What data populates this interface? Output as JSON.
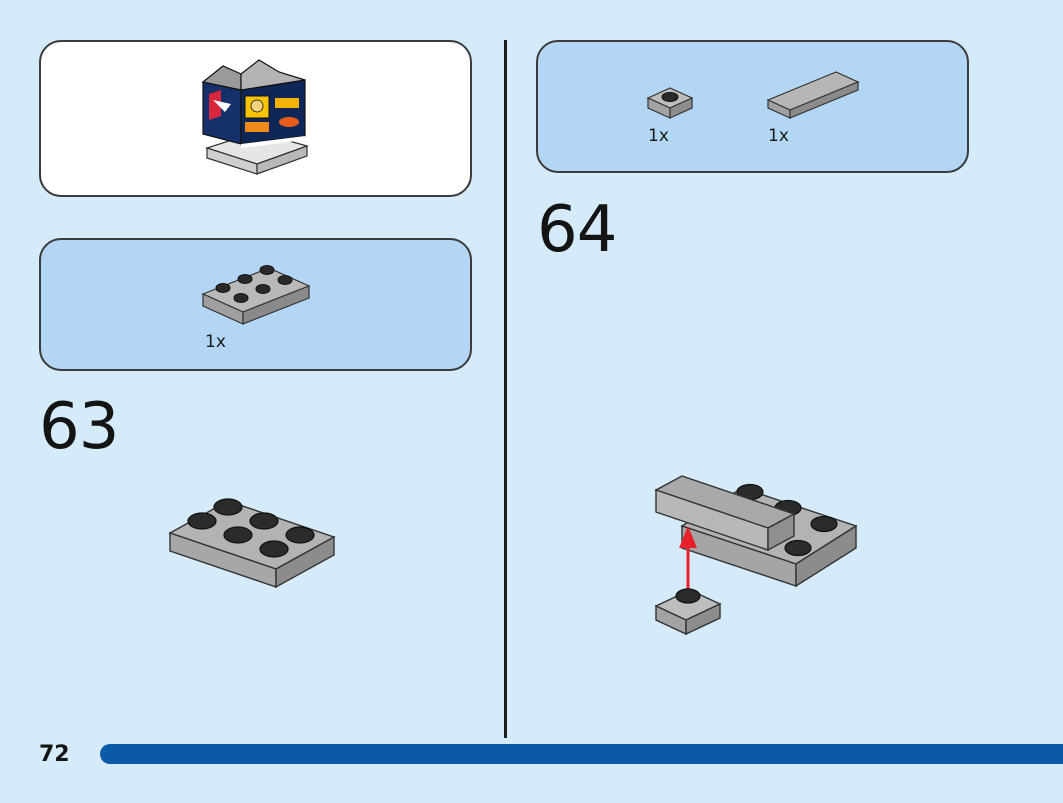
{
  "page": {
    "number": "72"
  },
  "completed_model": {
    "icon": "arcade-cabinet-model"
  },
  "step63": {
    "number": "63",
    "parts": [
      {
        "qty": "1x",
        "icon": "2x3-plate-icon",
        "color": "#a8a8a8"
      }
    ],
    "build": {
      "icon": "2x3-plate-assembly"
    }
  },
  "step64": {
    "number": "64",
    "parts": [
      {
        "qty": "1x",
        "icon": "1x1-plate-icon",
        "color": "#a8a8a8"
      },
      {
        "qty": "1x",
        "icon": "1x4-tile-icon",
        "color": "#a8a8a8"
      }
    ],
    "build": {
      "icon": "tile-and-plate-assembly",
      "arrow_color": "#e8202a"
    }
  },
  "colors": {
    "background": "#d5ebfa",
    "parts_box": "#b2d6f3",
    "page_bar": "#0b5aa8",
    "brick": "#a8a8a8",
    "stud_top": "#2a2a2a"
  }
}
